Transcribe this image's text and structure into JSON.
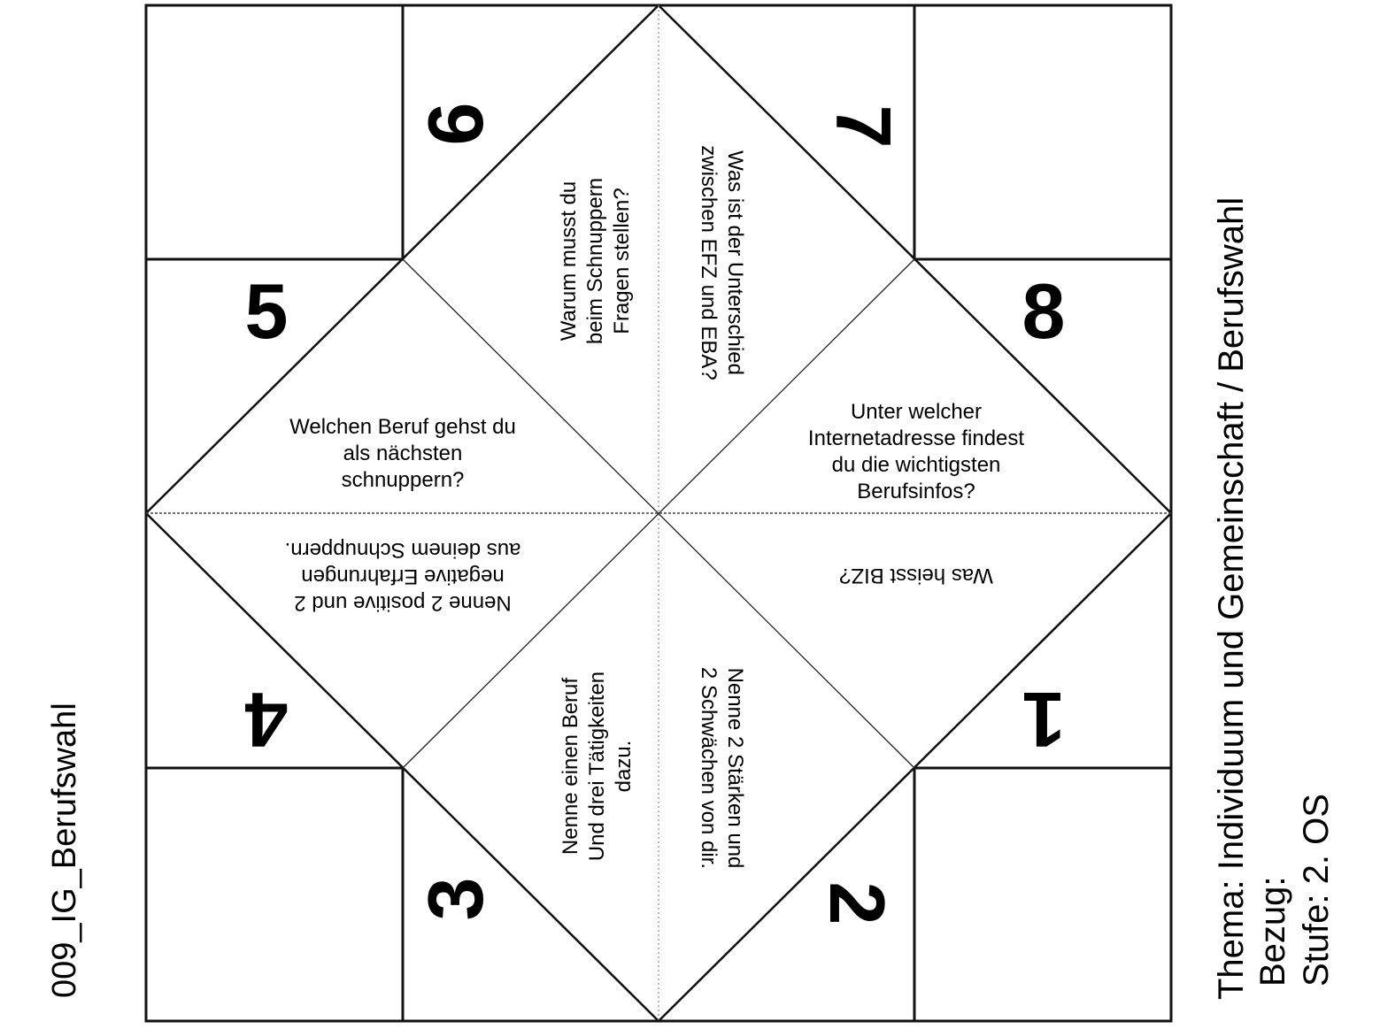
{
  "diagram": {
    "numbers": {
      "n1": "1",
      "n2": "2",
      "n3": "3",
      "n4": "4",
      "n5": "5",
      "n6": "6",
      "n7": "7",
      "n8": "8"
    },
    "questions": {
      "warum": {
        "lines": [
          "Warum musst du",
          "beim Schnuppern",
          "Fragen stellen?"
        ]
      },
      "unterschied": {
        "lines": [
          "Was ist der Unterschied",
          "zwischen EFZ und EBA?"
        ]
      },
      "welchen_beruf": {
        "lines": [
          "Welchen Beruf gehst du",
          "als nächsten",
          "schnuppern?"
        ]
      },
      "internetadresse": {
        "lines": [
          "Unter welcher",
          "Internetadresse findest",
          "du die wichtigsten",
          "Berufsinfos?"
        ]
      },
      "erfahrungen": {
        "lines": [
          "Nenne 2 positive und 2",
          "negative Erfahrungen",
          "aus deinem Schnuppern."
        ]
      },
      "biz": {
        "lines": [
          "Was heisst BIZ?"
        ]
      },
      "beruf_taetigkeiten": {
        "lines": [
          "Nenne einen Beruf",
          "Und drei Tätigkeiten",
          "dazu."
        ]
      },
      "staerken": {
        "lines": [
          "Nenne 2 Stärken und",
          "2 Schwächen von dir."
        ]
      }
    },
    "captions": {
      "file_label": "009_IG_Berufswahl",
      "thema": "Thema: Individuum und Gemeinschaft / Berufswahl",
      "bezug": "Bezug:",
      "stufe": "Stufe: 2. OS"
    },
    "colors": {
      "line": "#111111",
      "fold_line": "#555555"
    }
  }
}
